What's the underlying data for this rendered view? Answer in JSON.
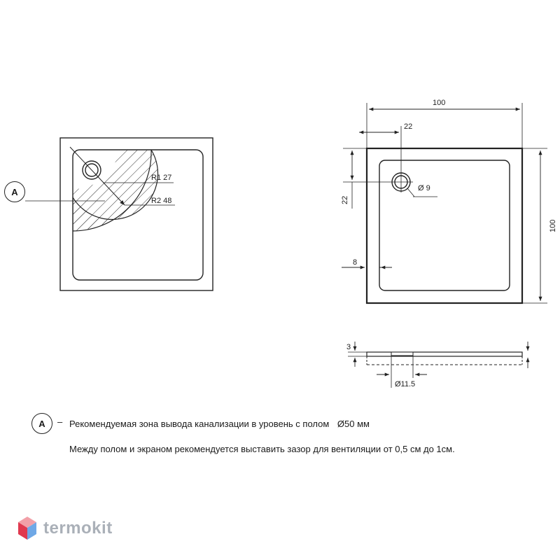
{
  "diagram": {
    "marker_label": "A",
    "top_view": {
      "r1_label": "R1 27",
      "r2_label": "R2 48"
    },
    "dimensioned_view": {
      "width_label": "100",
      "height_label": "100",
      "drain_x_label": "22",
      "drain_y_label": "22",
      "drain_diameter_label": "Ø 9",
      "rim_label": "8"
    },
    "side_view": {
      "thickness_label": "3",
      "outlet_diameter_label": "Ø11.5"
    }
  },
  "notes": {
    "marker": "A",
    "dash": "–",
    "line1": "Рекомендуемая зона вывода канализации в уровень с полом",
    "line1_diameter": "Ø50 мм",
    "line2": "Между полом и экраном рекомендуется выставить зазор для вентиляции от 0,5 см до 1см."
  },
  "logo": {
    "text": "termokit",
    "colors": {
      "top": "#f2a0a8",
      "left": "#e0394f",
      "right": "#6fa8e6"
    }
  }
}
